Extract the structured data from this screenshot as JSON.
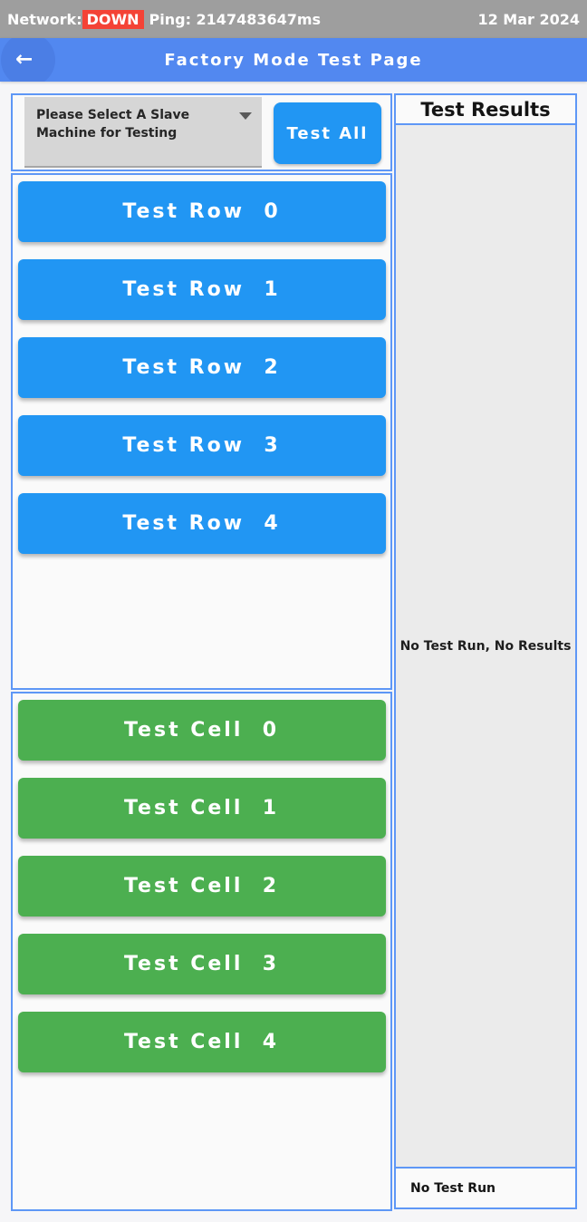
{
  "status_bar": {
    "network_label": "Network:",
    "network_status": "DOWN",
    "ping": "Ping: 2147483647ms",
    "date": "12 Mar 2024"
  },
  "app_bar": {
    "title": "Factory Mode Test Page",
    "back_icon": "←"
  },
  "controls": {
    "slave_select_placeholder": "Please Select A Slave Machine for Testing",
    "test_all_label": "Test All"
  },
  "row_tests": {
    "buttons": [
      "Test Row  0",
      "Test Row  1",
      "Test Row  2",
      "Test Row  3",
      "Test Row  4"
    ]
  },
  "cell_tests": {
    "buttons": [
      "Test Cell  0",
      "Test Cell  1",
      "Test Cell  2",
      "Test Cell  3",
      "Test Cell  4"
    ]
  },
  "results": {
    "title": "Test Results",
    "empty_message": "No Test Run, No Results",
    "status_message": "No Test Run"
  },
  "colors": {
    "accent_blue": "#2196F3",
    "accent_green": "#4CAF50",
    "appbar_blue": "#5288F0",
    "panel_border_blue": "#5E97F6",
    "status_bar_gray": "#9E9E9E",
    "alert_red": "#F44336",
    "results_body_gray": "#EBEBEB"
  }
}
